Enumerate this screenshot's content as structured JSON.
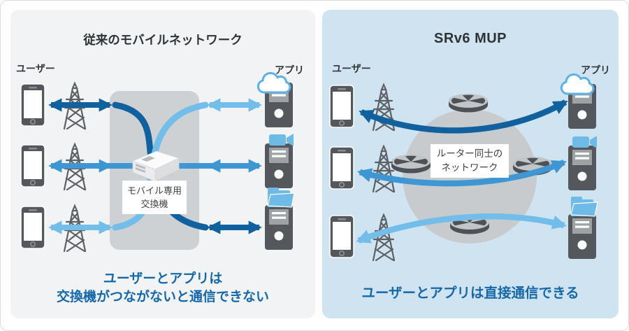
{
  "left_panel": {
    "title": "従来のモバイルネットワーク",
    "user_label": "ユーザー",
    "app_label": "アプリ",
    "switch_box": {
      "line1": "モバイル専用",
      "line2": "交換機"
    },
    "caption": {
      "line1": "ユーザーとアプリは",
      "line2": "交換機がつながないと通信できない"
    },
    "bg": "#f1f3f5"
  },
  "right_panel": {
    "title": "SRv6 MUP",
    "user_label": "ユーザー",
    "app_label": "アプリ",
    "network_box": {
      "line1": "ルーター同士の",
      "line2": "ネットワーク"
    },
    "caption": "ユーザーとアプリは直接通信できる",
    "bg": "#cfe3f0"
  },
  "colors": {
    "path_dark_blue": "#10619e",
    "path_medium_blue": "#3e96d3",
    "path_light_blue": "#72bde9",
    "caption_blue": "#1568a9",
    "title_gray": "#2f3338",
    "zone_gray": "#ced1d3",
    "circle_gray": "#c8cbcd",
    "icon_gray": "#54575b",
    "app_icon_blue": "#6fbbe8",
    "card_border": "#d9dcde"
  },
  "icons": {
    "smartphone": "smartphone-icon",
    "tower": "transmission-tower-icon",
    "server": "app-server-icon",
    "cloud": "cloud-app-icon",
    "camera": "video-app-icon",
    "folder": "files-app-icon",
    "switch": "mobile-switch-icon",
    "router": "router-icon",
    "arrow": "double-arrow"
  }
}
